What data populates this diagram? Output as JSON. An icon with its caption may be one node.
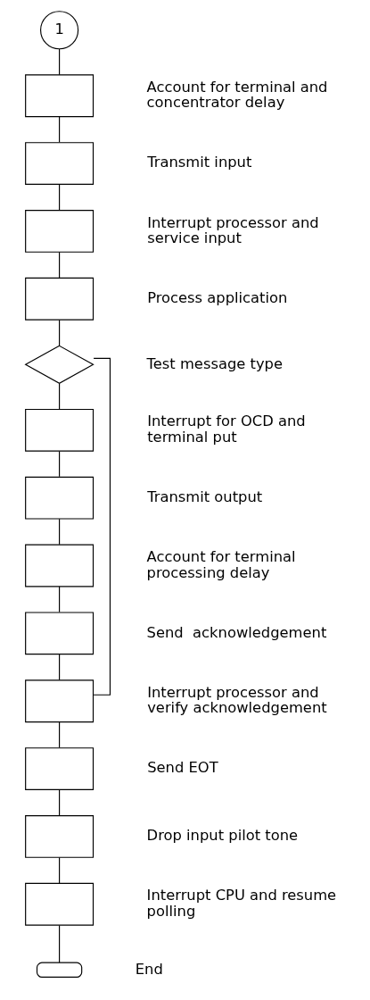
{
  "diagram": {
    "nodes": [
      {
        "text": [
          "1"
        ]
      },
      {
        "text": [],
        "shape": "box",
        "beside": [
          "Account for terminal and concentrator delay"
        ]
      },
      {
        "text": [],
        "shape": "box",
        "beside": [
          "Transmit input"
        ]
      },
      {
        "text": [],
        "shape": "box",
        "beside": [
          "Interrupt processor and service input"
        ]
      },
      {
        "text": [],
        "shape": "box",
        "beside": [
          "Process application"
        ]
      },
      {
        "text": [],
        "shape": "diamond",
        "beside": [
          "Test message type"
        ]
      },
      {
        "text": [],
        "shape": "box",
        "beside": [
          "Interrupt for OCD and terminal put"
        ]
      },
      {
        "text": [],
        "shape": "box",
        "beside": [
          "Transmit output"
        ]
      },
      {
        "text": [],
        "shape": "box",
        "beside": [
          "Account for terminal processing delay"
        ]
      },
      {
        "text": [],
        "shape": "box",
        "beside": [
          "Send  acknowledgement"
        ]
      },
      {
        "text": [],
        "shape": "box",
        "beside": [
          "Interrupt processor and verify acknowledgement"
        ]
      },
      {
        "text": [],
        "shape": "box",
        "beside": [
          "Send EOT"
        ]
      },
      {
        "text": [],
        "shape": "box",
        "beside": [
          "Drop input pilot tone"
        ]
      },
      {
        "text": [],
        "shape": "box",
        "beside": [
          "Interrupt CPU and resume polling"
        ]
      },
      {
        "text": [],
        "shape": "oval",
        "beside": [
          "End"
        ]
      }
    ],
    "edges": [
      {
        "from": 0,
        "to": 1,
        "arrow": "none"
      },
      {
        "from": 1,
        "to": 2,
        "arrow": "none"
      },
      {
        "from": 2,
        "to": 3,
        "arrow": "none"
      },
      {
        "from": 3,
        "to": 4,
        "arrow": "none"
      },
      {
        "from": 4,
        "to": 5,
        "arrow": "none"
      },
      {
        "from": 5,
        "to": 6,
        "arrow": "none"
      },
      {
        "from": 6,
        "to": 7,
        "arrow": "none"
      },
      {
        "from": 7,
        "to": 8,
        "arrow": "none"
      },
      {
        "from": 8,
        "to": 9,
        "arrow": "none"
      },
      {
        "from": 9,
        "to": 10,
        "arrow": "none"
      },
      {
        "from": 5,
        "to": 10,
        "arrow": "none"
      },
      {
        "from": 10,
        "to": 11,
        "arrow": "none"
      },
      {
        "from": 11,
        "to": 12,
        "arrow": "none"
      },
      {
        "from": 12,
        "to": 13,
        "arrow": "none"
      },
      {
        "from": 13,
        "to": 14,
        "arrow": "none"
      }
    ]
  }
}
